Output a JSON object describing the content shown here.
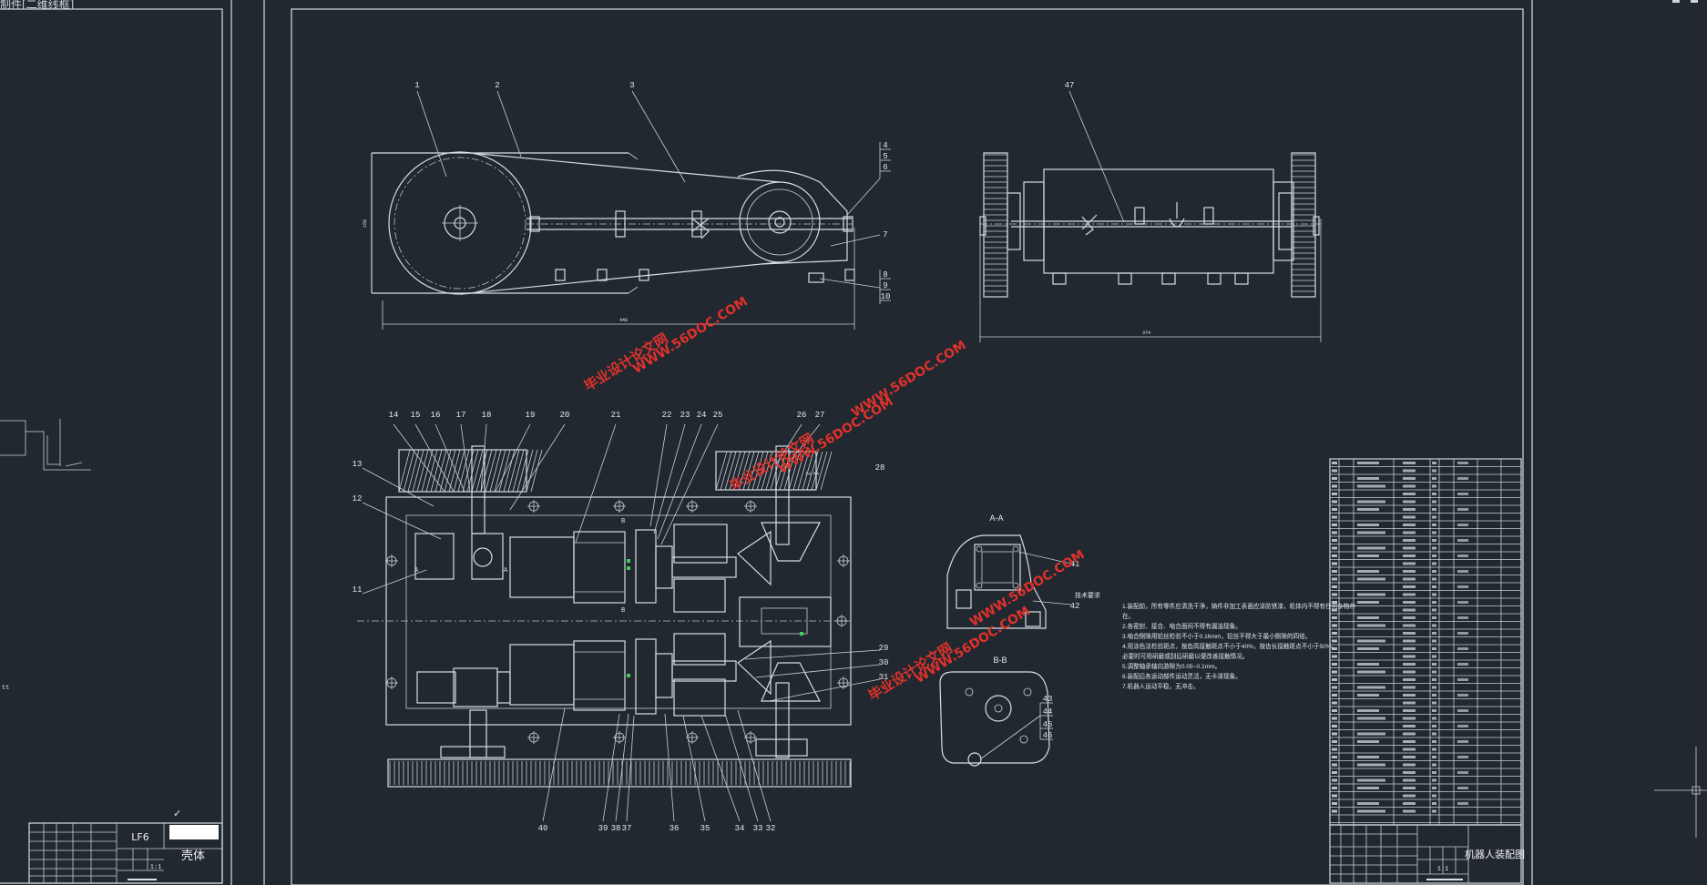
{
  "app": {
    "tab_title": "制件[二维线框]"
  },
  "left_sheet": {
    "title_block": {
      "part_name": "壳体",
      "material": "LF6",
      "scale": "1:1"
    },
    "check_mark": "✓"
  },
  "main_sheet": {
    "view_labels": {
      "section_aa": "A-A",
      "section_bb": "B-B"
    },
    "top_callouts": [
      "1",
      "2",
      "3",
      "47"
    ],
    "right_callouts": [
      "4",
      "5",
      "6",
      "7",
      "8",
      "9",
      "10"
    ],
    "mid_top_callouts": [
      "14",
      "15",
      "16",
      "17",
      "18",
      "19",
      "20",
      "21",
      "22",
      "23",
      "24",
      "25",
      "26",
      "27",
      "28"
    ],
    "mid_left_callouts": [
      "13",
      "12",
      "11"
    ],
    "mid_right_callouts": [
      "29",
      "30",
      "31"
    ],
    "bottom_callouts": [
      "40",
      "39",
      "38",
      "37",
      "36",
      "35",
      "34",
      "33",
      "32"
    ],
    "section_callouts": [
      "41",
      "42",
      "43",
      "44",
      "45",
      "46"
    ],
    "tech_requirements": {
      "heading": "技术要求",
      "lines": [
        "1.装配前，所有零件应清洗干净，铸件非加工表面应涂防锈漆，机体内不得有任何杂物存",
        "在。",
        "2.各密封、接合、啮合面间不得有漏油现象。",
        "3.啮合侧隙用铅丝检验不小于0.16mm，铅丝不得大于最小侧隙的四倍。",
        "4.用涂色法检验斑点，按齿高接触斑点不小于40%，按齿长接触斑点不小于50%。",
        "必要时可用研磨或刮后研磨以便改善接触情况。",
        "5.调整轴承轴向游隙为0.05~0.1mm。",
        "6.装配后各运动部件运动灵活，无卡滞现象。",
        "7.机器人运动平稳，无冲击。"
      ]
    },
    "title_block": {
      "drawing_name": "机器人装配图",
      "scale": "1:1"
    }
  },
  "watermarks": [
    "毕业设计论文网",
    "WWW.56DOC.COM"
  ]
}
